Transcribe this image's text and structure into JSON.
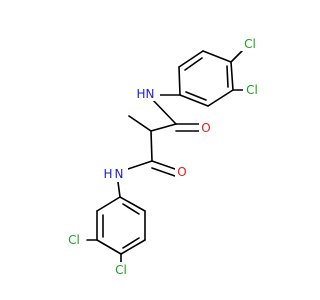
{
  "molecule": {
    "atoms": {
      "cl_top_a": "Cl",
      "cl_top_b": "Cl",
      "cl_bottom_a": "Cl",
      "cl_bottom_b": "Cl",
      "nh_top": "N",
      "h_top": "H",
      "nh_bottom": "N",
      "h_bottom": "H",
      "o_top": "O",
      "o_bottom": "O"
    },
    "colors": {
      "chlorine": "#1fa01f",
      "nitrogen": "#1e1ed2",
      "oxygen": "#e0201a",
      "bond": "#000000"
    }
  }
}
